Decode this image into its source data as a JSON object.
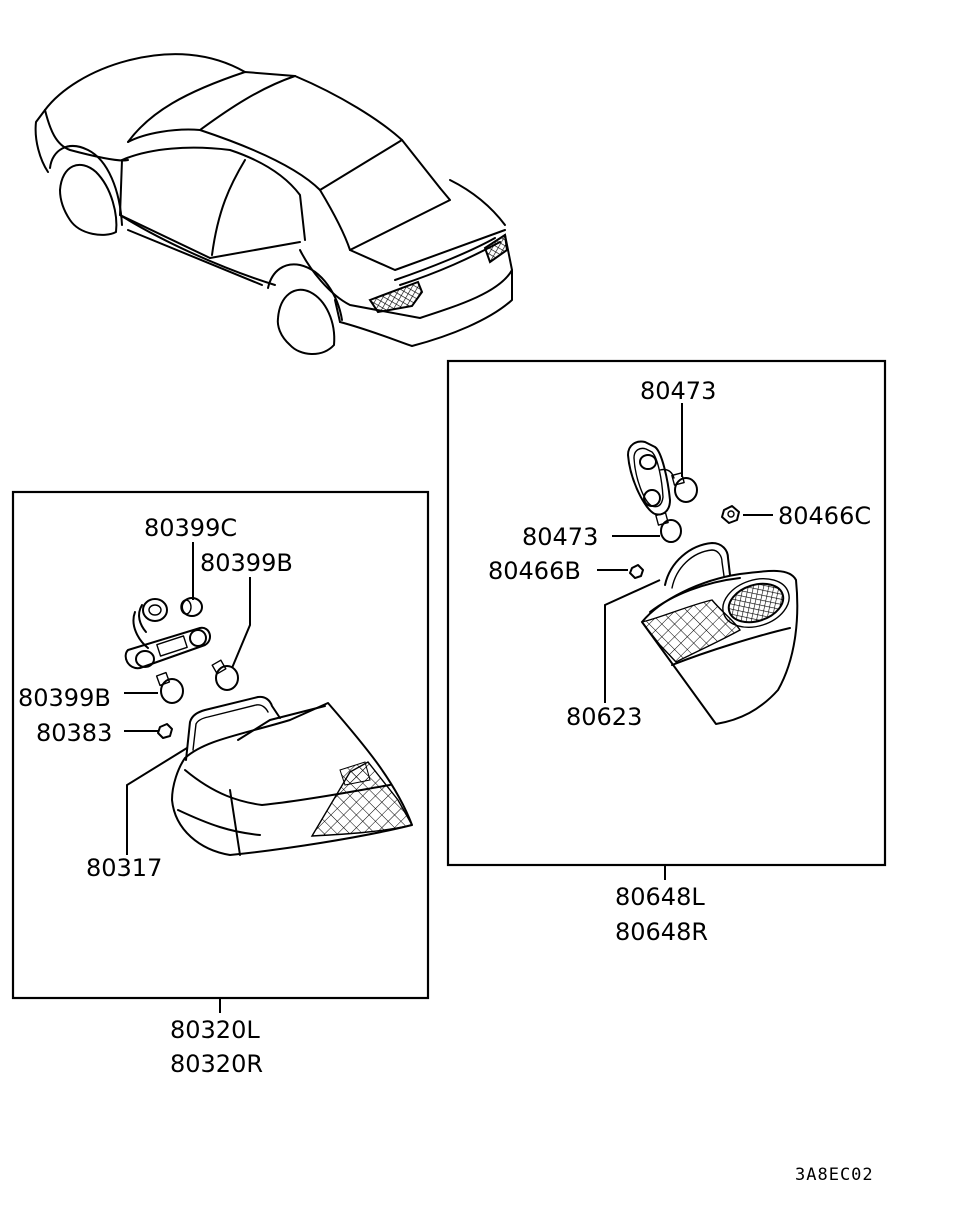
{
  "diagram": {
    "labels": {
      "p80399c": "80399C",
      "p80399b_top": "80399B",
      "p80399b_left": "80399B",
      "p80383": "80383",
      "p80317": "80317",
      "p80320l": "80320L",
      "p80320r": "80320R",
      "p80473_top": "80473",
      "p80473_mid": "80473",
      "p80466c": "80466C",
      "p80466b": "80466B",
      "p80623": "80623",
      "p80648l": "80648L",
      "p80648r": "80648R"
    },
    "figure_code": "3A8EC02"
  }
}
